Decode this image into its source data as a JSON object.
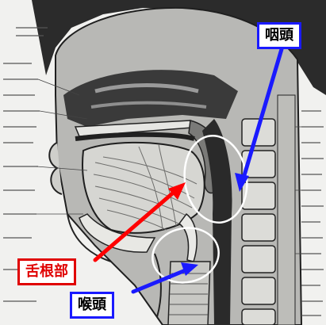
{
  "labels": {
    "pharynx": "咽頭",
    "tongue_base": "舌根部",
    "larynx": "喉頭"
  },
  "colors": {
    "red_arrow": "#ff0000",
    "blue_arrow": "#1a1aff",
    "circle_outline": "#ffffff"
  }
}
